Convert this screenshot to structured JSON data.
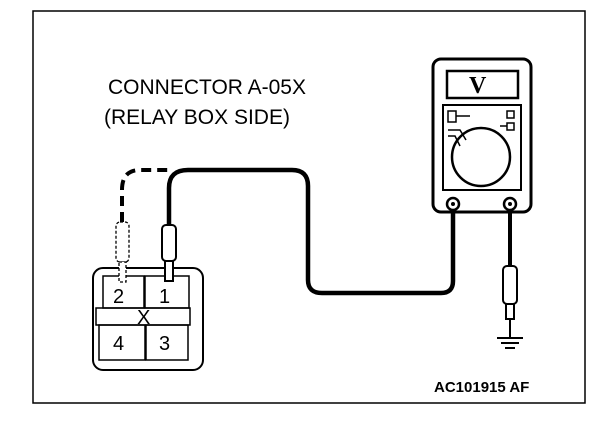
{
  "caption": {
    "line1": "CONNECTOR A-05X",
    "line2": "(RELAY BOX SIDE)"
  },
  "connector": {
    "pins": [
      {
        "label": "1"
      },
      {
        "label": "2"
      },
      {
        "label": "3"
      },
      {
        "label": "4"
      }
    ],
    "mark": "X"
  },
  "voltmeter": {
    "display": "V"
  },
  "reference_code": "AC101915 AF",
  "icons": {
    "ground": "ground-symbol-icon",
    "probe": "test-probe-icon",
    "meter": "voltmeter-icon"
  }
}
